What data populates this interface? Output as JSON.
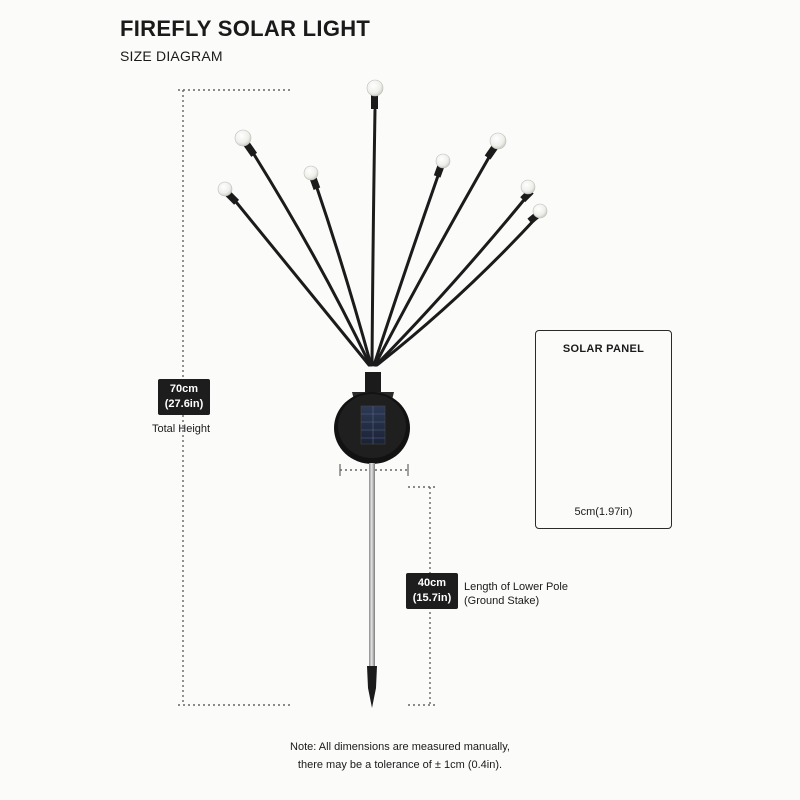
{
  "header": {
    "title": "FIREFLY SOLAR LIGHT",
    "subtitle": "SIZE DIAGRAM"
  },
  "dimensions": {
    "total_height": {
      "value": "70cm",
      "value_alt": "(27.6in)",
      "label": "Total Height"
    },
    "lower_pole": {
      "value": "40cm",
      "value_alt": "(15.7in)",
      "label_line1": "Length of Lower Pole",
      "label_line2": "(Ground Stake)"
    }
  },
  "solar_panel": {
    "title": "SOLAR PANEL",
    "width": "5cm(1.97in)"
  },
  "note": {
    "line1": "Note: All dimensions are measured manually,",
    "line2": "there may be a tolerance of ± 1cm (0.4in)."
  },
  "colors": {
    "background": "#fbfbfa",
    "product": "#1b1b1b",
    "badge": "#1d1d1d",
    "bulb": "#f4f4f0",
    "stake": "#b8b8b8"
  }
}
